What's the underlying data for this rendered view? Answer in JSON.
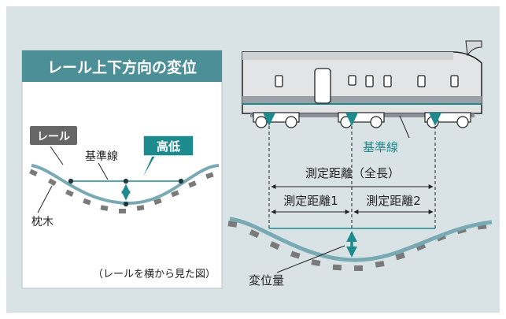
{
  "left_panel": {
    "title": "レール上下方向の変位",
    "rail_label": "レール",
    "baseline_label": "基準線",
    "height_label": "高低",
    "sleeper_label": "枕木",
    "caption": "（レールを横から見た図）"
  },
  "right_panel": {
    "baseline_label": "基準線",
    "total_distance_label": "測定距離（全長）",
    "distance1_label": "測定距離1",
    "distance2_label": "測定距離2",
    "displacement_label": "変位量"
  },
  "colors": {
    "background": "#d9e3e6",
    "title_bar": "#4d8f97",
    "teal_accent": "#1d8a8e",
    "rail_line": "#79aab3",
    "label_box": "#666666",
    "car_body": "#e3e4e6",
    "car_stripe": "#9aa0a6"
  }
}
